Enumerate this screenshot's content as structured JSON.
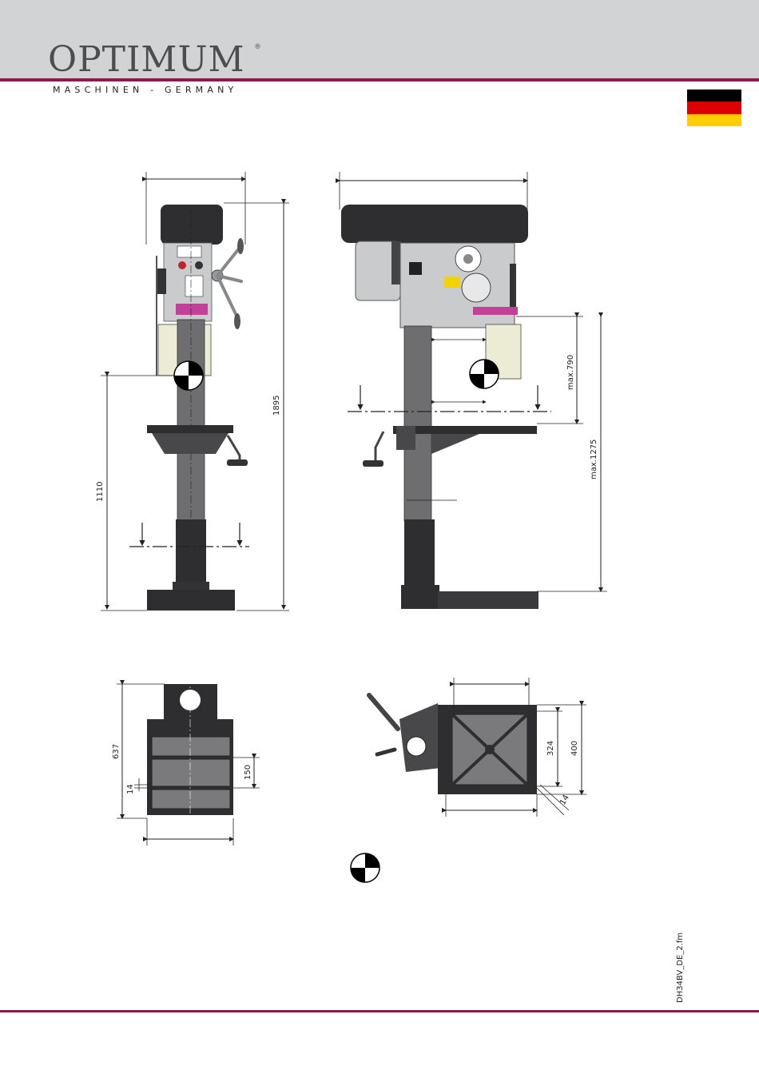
{
  "header": {
    "brand": "OPTIMUM",
    "registered_mark": "®",
    "tagline": "MASCHINEN - GERMANY",
    "flag_colors": [
      "#000000",
      "#dd0000",
      "#ffce00"
    ]
  },
  "dimensions": {
    "total_height": "1895",
    "table_height": "1110",
    "spindle_table_max": "max.790",
    "spindle_base_max": "max.1275",
    "base_length": "637",
    "base_slot_spacing": "150",
    "base_slot_width": "14",
    "table_square": "324",
    "table_outer": "400",
    "table_slot_width": "14"
  },
  "footer": {
    "file_reference": "DH34BV_DE_2.fm"
  },
  "colors": {
    "accent": "#8a1b4f",
    "header_gray": "#d1d3d4",
    "machine_dark": "#2e2e30",
    "machine_gray": "#c9cbcd",
    "magenta_part": "#c2409a",
    "guard_cream": "#ecebd3"
  }
}
